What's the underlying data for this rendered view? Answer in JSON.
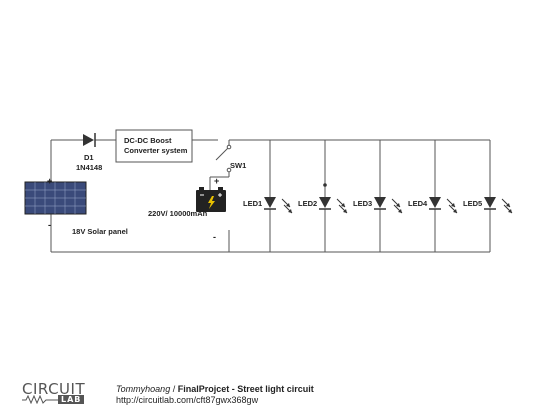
{
  "labels": {
    "diode_name": "D1",
    "diode_part": "1N4148",
    "converter_line1": "DC-DC Boost",
    "converter_line2": "Converter system",
    "switch": "SW1",
    "battery": "220V/ 10000mAh",
    "solar": "18V Solar panel",
    "plus": "+",
    "minus": "-"
  },
  "leds": [
    "LED1",
    "LED2",
    "LED3",
    "LED4",
    "LED5"
  ],
  "footer": {
    "brand_top": "CIRCUIT",
    "brand_bottom": "LAB",
    "author": "Tommyhoang",
    "separator": " / ",
    "title": "FinalProjcet - Street light circuit",
    "url": "http://circuitlab.com/cft87gwx368gw"
  }
}
